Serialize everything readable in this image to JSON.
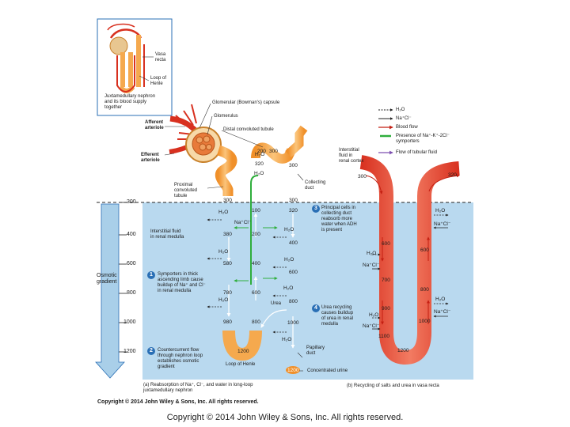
{
  "inset": {
    "vasa_recta": "Vasa\nrecta",
    "loop_of_henle": "Loop of\nHenle",
    "caption": "Juxtamedullary nephron\nand its blood supply\ntogether"
  },
  "labels": {
    "glomerular_capsule": "Glomerular (Bowman's) capsule",
    "glomerulus": "Glomerulus",
    "dct": "Distal convoluted tubule",
    "afferent": "Afferent\narteriole",
    "efferent": "Efferent\narteriole",
    "pct": "Proximal\nconvoluted\ntubule",
    "collecting_duct": "Collecting\nduct",
    "interstitial_cortex": "Interstitial\nfluid in\nrenal cortex",
    "interstitial_medulla": "Interstitial fluid\nin renal medulla",
    "urea": "Urea",
    "papillary_duct": "Papillary\nduct",
    "loop_of_henle": "Loop of Henle",
    "concentrated_urine": "Concentrated urine"
  },
  "legend": {
    "h2o": "H₂O",
    "nacl": "Na⁺Cl⁻",
    "blood_flow": "Blood flow",
    "symporters": "Presence of Na⁺-K⁺-2Cl⁻\nsymporters",
    "tubular_fluid": "Flow of tubular fluid"
  },
  "axis": {
    "title": "Osmotic\ngradient",
    "ticks": [
      "300",
      "400",
      "600",
      "800",
      "1000",
      "1200"
    ]
  },
  "steps": [
    {
      "n": "1",
      "text": "Symporters in thick\nascending limb cause\nbuildup of Na⁺ and Cl⁻\nin renal medulla"
    },
    {
      "n": "2",
      "text": "Countercurrent flow\nthrough nephron loop\nestablishes osmotic\ngradient"
    },
    {
      "n": "3",
      "text": "Principal cells in\ncollecting duct\nreabsorb more\nwater when ADH\nis present"
    },
    {
      "n": "4",
      "text": "Urea recycling\ncauses buildup\nof urea in renal\nmedulla"
    }
  ],
  "molecules": {
    "h2o": "H₂O",
    "nacl": "Na⁺Cl⁻"
  },
  "tubule_values": {
    "desc": [
      "300",
      "380",
      "580",
      "780",
      "980",
      "1200"
    ],
    "asc": [
      "100",
      "200",
      "400",
      "600",
      "800"
    ],
    "cortex": [
      "200",
      "300",
      "320",
      "300"
    ],
    "cd": [
      "300",
      "320",
      "400",
      "600",
      "800",
      "1000",
      "1200"
    ]
  },
  "vasa_values": {
    "left": [
      "300",
      "600",
      "700",
      "900",
      "1100",
      "1200"
    ],
    "right": [
      "320",
      "600",
      "800",
      "1000"
    ]
  },
  "captions": {
    "a": "(a) Reabsorption of Na⁺, Cl⁻, and water in long-loop\njuxtamedullary nephron",
    "b": "(b) Recycling of salts and urea in vasa recta"
  },
  "copyright_image": "Copyright © 2014 John Wiley & Sons, Inc. All rights reserved.",
  "footer": "Copyright © 2014 John Wiley & Sons, Inc. All rights reserved.",
  "colors": {
    "medulla_bg": "#b9d9ef",
    "tubule": "#f5a94e",
    "vessel": "#e84a35",
    "symporter": "#2fae3c",
    "flow": "#7d4fb0"
  }
}
